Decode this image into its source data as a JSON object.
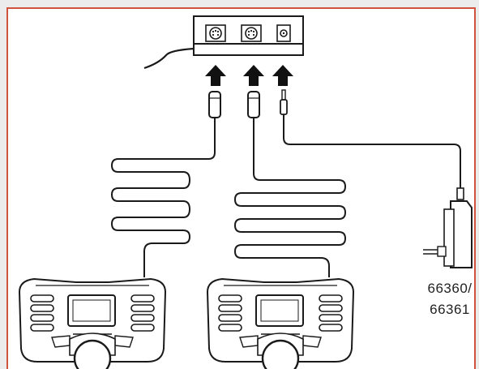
{
  "power_supply": {
    "part_number_line1": "66360/",
    "part_number_line2": "66361"
  },
  "colors": {
    "frame_border": "#d0533e",
    "background": "#ececec",
    "panel": "#ffffff",
    "ink": "#1a1a1a",
    "arrow": "#111111"
  },
  "icons": [
    "connector-box",
    "din-socket-icon",
    "power-jack-icon",
    "up-arrow-icon",
    "din-plug-icon",
    "power-plug-icon",
    "cable-icon",
    "controller-icon",
    "power-adapter-icon"
  ]
}
